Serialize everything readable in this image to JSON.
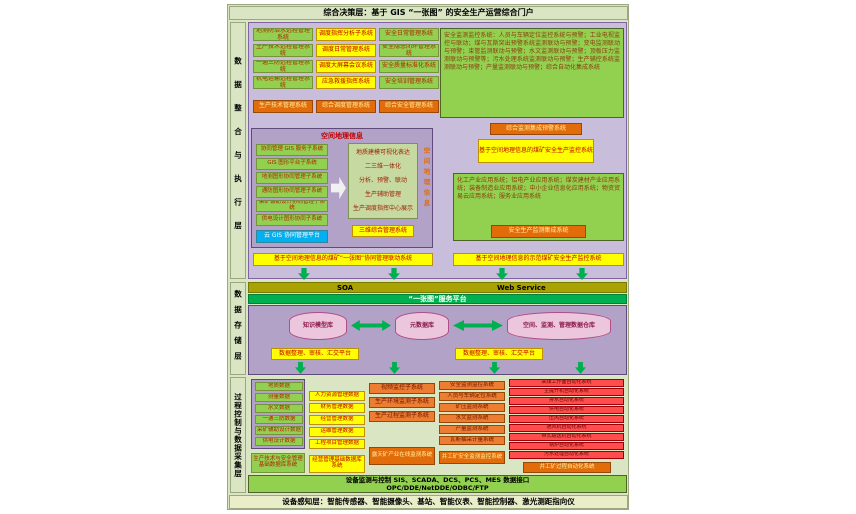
{
  "palette": {
    "green_box": "#92d050",
    "yellow_box": "#ffff00",
    "orange_box": "#e36c0a",
    "red_box": "#ff4d4d",
    "blue_box": "#00b0f0",
    "lavender_panel": "#c8bedb",
    "purple_panel": "#b3a2c7",
    "service_bar": "#a8a303",
    "platform_bar": "#00b050",
    "arrow": "#00b050",
    "canvas_bg": "#d9e5c3"
  },
  "banners": {
    "top": "综合决策层：基于 GIS “一张图” 的安全生产运营综合门户",
    "bottom": "设备感知层：智能传感器、智能摄像头、基站、智能仪表、智能控制器、激光测距指向仪"
  },
  "layers": {
    "integration": "数据整合与执行层",
    "storage": "数据存储层",
    "process": "过程控制与数据采集层"
  },
  "section1": {
    "colA": {
      "items": [
        "地测防治水远程管理系统",
        "生产技术远程管理系统",
        "一通三防远程管理系统",
        "机电运输远程管理系统"
      ],
      "footer": "生产技术管理系统"
    },
    "colB": {
      "items": [
        "调度指挥分析子系统",
        "调度日常管理系统",
        "调度大屏幕会议系统",
        "应急救援指挥系统"
      ],
      "footer": "综合调度管理系统"
    },
    "colC": {
      "items": [
        "安全日常管理系统",
        "安全隐患闭环管理系统",
        "安全质量标准化系统",
        "安全培训管理系统"
      ],
      "footer": "综合安全管理系统"
    },
    "monitor": {
      "text": "安全监测监控系统：人员与车辆定位监控系统与预警；工业电视监控与联动；煤与瓦斯突出预警系统监测联动与预警；变电监测联动与预警；束管监测联动与预警；水文监测联动与预警；顶板压力监测联动与预警等；污水处理系统监测联动与预警；生产辅控系统监测联动与预警；产量监测联动与预警；综合自动化集成系统",
      "footer": "综合监测集成预警系统",
      "banner": "基于空间地理信息的煤矿安全生产监控系统"
    },
    "gis": {
      "title": "空间地理信息",
      "items": [
        "协同管理 GIS 服务子系统",
        "GIS 图形平台子系统",
        "地测图形协同管理子系统",
        "通防图形协同管理子系统",
        "采矿辅助设计协同管理子系统",
        "供电设计图形协同子系统"
      ],
      "platform": "云 GIS 协同管理平台",
      "viz_items": [
        "地质建模可视化表达",
        "二三维一体化",
        "分析、预警、联动",
        "生产辅助管理",
        "生产调度指挥中心展示"
      ],
      "viz_footer": "三维综合管理系统",
      "side_label": "空间地理信息",
      "banner": "基于空间地理信息的煤矿“一张图”协同管理联动系统"
    },
    "industry": {
      "text": "化工产业应用系统；铝电产业应用系统；煤炭建材产业应用系统；装备制造业应用系统；中小企业信息化应用系统；物资贸易云应用系统；服务业应用系统",
      "footer": "安全生产监测集成系统",
      "banner": "基于空间地理信息的示范煤矿安全生产监控系统"
    }
  },
  "bus": {
    "soa": "SOA",
    "web": "Web Service",
    "platform": "“一张图”服务平台"
  },
  "storage": {
    "cylinders": [
      "知识模型库",
      "元数据库",
      "空间、监测、管理数据仓库"
    ],
    "platforms": [
      "数据整理、审核、汇交平台",
      "数据整理、审核、汇交平台"
    ]
  },
  "section3": {
    "col1": {
      "items": [
        "地质数据",
        "测量数据",
        "水文数据",
        "一通三防数据",
        "采矿辅助设计数据",
        "供电设计数据"
      ],
      "footer": "生产技术与安全管理基础数据库系统"
    },
    "col2": {
      "items": [
        "人力资源管理数据",
        "财务管理数据",
        "经营管理数据",
        "运维管理数据",
        "工程项目管理数据"
      ],
      "footer": "经营管理基础数据库系统"
    },
    "col3": {
      "items": [
        "视频监控子系统",
        "生产环境监测子系统",
        "生产过程监测子系统"
      ],
      "footer": "露天矿产业在线监测系统"
    },
    "col4": {
      "items": [
        "安全监测监控系统",
        "人员与车辆定位系统",
        "矿压监测系统",
        "水文监测系统",
        "产量监测系统",
        "瓦斯抽采计量系统"
      ],
      "footer": "井工矿安全监测监控系统"
    },
    "col5": {
      "items": [
        "采煤工作面自动化系统",
        "主提升机自动化系统",
        "排水自动化系统",
        "供电自动化系统",
        "压风自动化系统",
        "通风机自动化系统",
        "带式输送机自动化系统",
        "锅炉自动化系统",
        "污水处理自动化系统"
      ],
      "footer": "井工矿过程自动化系统"
    },
    "iface": {
      "line1": "设备监测与控制 SIS、SCADA、DCS、PCS、MES 数据接口",
      "line2": "OPC/DDE/NetDDE/ODBC/FTP"
    }
  }
}
